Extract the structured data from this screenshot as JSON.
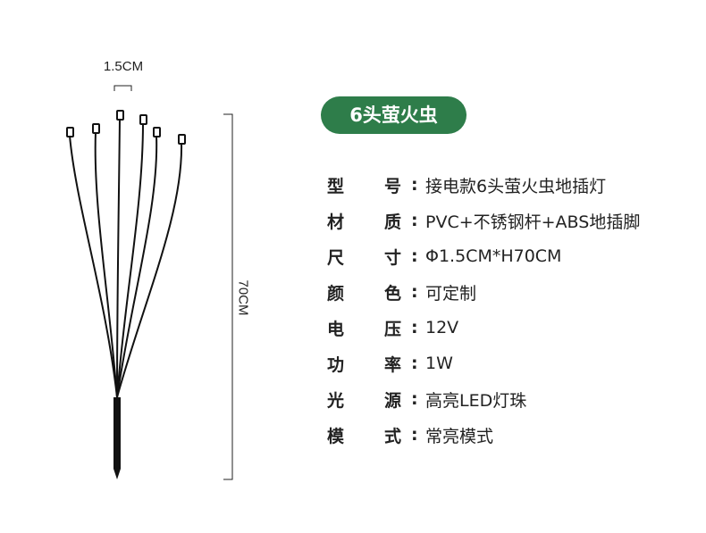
{
  "product_title": "6头萤火虫",
  "dimensions": {
    "diameter_label": "1.5CM",
    "height_label": "70CM"
  },
  "specs": [
    {
      "k1": "型",
      "k2": "号",
      "value": "接电款6头萤火虫地插灯"
    },
    {
      "k1": "材",
      "k2": "质",
      "value": "PVC+不锈钢杆+ABS地插脚"
    },
    {
      "k1": "尺",
      "k2": "寸",
      "value": "Φ1.5CM*H70CM"
    },
    {
      "k1": "颜",
      "k2": "色",
      "value": "可定制"
    },
    {
      "k1": "电",
      "k2": "压",
      "value": "12V"
    },
    {
      "k1": "功",
      "k2": "率",
      "value": "1W"
    },
    {
      "k1": "光",
      "k2": "源",
      "value": "高亮LED灯珠"
    },
    {
      "k1": "模",
      "k2": "式",
      "value": "常亮模式"
    }
  ],
  "colors": {
    "title_bg": "#2e7d4a",
    "stem": "#111111",
    "bulb": "#ffffff"
  },
  "icons": [
    "firefly-stake-light-illustration"
  ]
}
